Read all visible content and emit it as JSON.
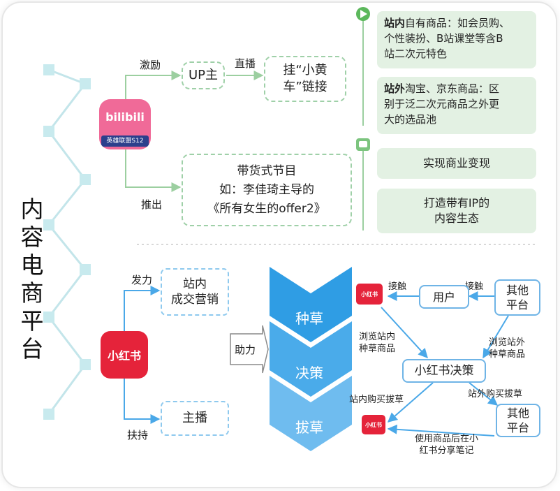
{
  "title": "内容电商平台",
  "bilibili": {
    "logo_text": "bilibili",
    "logo_sub": "英雄联盟S12",
    "label_incentive": "激励",
    "label_launch": "推出",
    "up_box": "UP主",
    "label_live": "直播",
    "link_box_l1": "挂“小黄",
    "link_box_l2": "车”链接",
    "inside_head": "站内",
    "inside_text1": "自有商品：如会员购、",
    "inside_text2": "个性装扮、B站课堂等含B",
    "inside_text3": "站二次元特色",
    "outside_head": "站外",
    "outside_text1": "淘宝、京东商品：区",
    "outside_text2": "别于泛二次元商品之外更",
    "outside_text3": "大的选品池",
    "program_l1": "带货式节目",
    "program_l2": "如：李佳琦主导的",
    "program_l3": "《所有女生的offer2》",
    "result1": "实现商业变现",
    "result2_l1": "打造带有IP的",
    "result2_l2": "内容生态"
  },
  "xiaohongshu": {
    "logo_text": "小红书",
    "label_force": "发力",
    "label_support": "扶持",
    "box_inside_l1": "站内",
    "box_inside_l2": "成交营销",
    "box_anchor": "主播",
    "assist_box": "助力",
    "stage1": "种草",
    "stage2": "决策",
    "stage3": "拔草",
    "small_logo": "小红书",
    "contact1": "接触",
    "contact2": "接触",
    "user_box": "用户",
    "other1_l1": "其他",
    "other1_l2": "平台",
    "browse_in_l1": "浏览站内",
    "browse_in_l2": "种草商品",
    "browse_out_l1": "浏览站外",
    "browse_out_l2": "种草商品",
    "decision_box": "小红书决策",
    "buy_in": "站内购买拔草",
    "buy_out": "站外购买拔草",
    "other2_l1": "其他",
    "other2_l2": "平台",
    "share_l1": "使用商品后在小",
    "share_l2": "红书分享笔记"
  },
  "colors": {
    "green_line": "#9ccfa0",
    "green_box": "#e3f1e3",
    "blue": "#4aa8e8",
    "teal_tree": "#bfe3e8",
    "red": "#e5233a",
    "bili_pink": "#f06a98"
  }
}
